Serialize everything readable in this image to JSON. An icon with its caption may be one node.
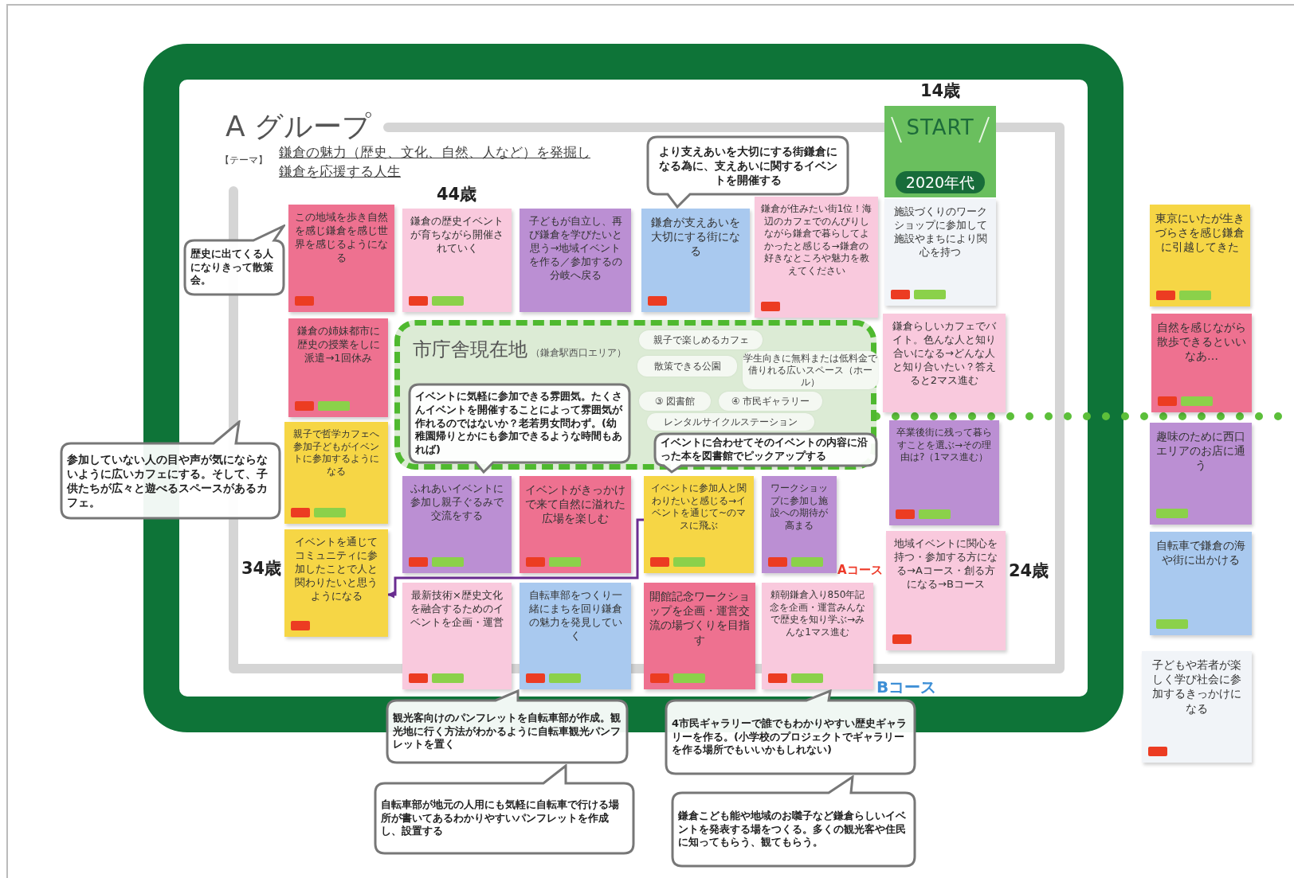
{
  "diagram": {
    "title": "A グループ",
    "nodes": [
      {
        "text": [
          "START",
          "2020年代"
        ]
      },
      {
        "text": [
          "より支えあいを大切にする街鎌倉になる為に、支えあいに関するイベントを開催する"
        ]
      },
      {
        "text": [
          "この地域を歩き自然を感じ鎌倉を感じ世界を感じるようになる"
        ]
      },
      {
        "text": [
          "鎌倉の歴史イベントが育ちながら開催されていく"
        ]
      },
      {
        "text": [
          "子どもが自立し、再び鎌倉を学びたいと思う→地域イベントを作る／参加するの分岐へ戻る"
        ]
      },
      {
        "text": [
          "鎌倉が支えあいを大切にする街になる"
        ]
      },
      {
        "text": [
          "鎌倉が住みたい街1位！海辺のカフェでのんびりしながら鎌倉で暮らしてよかったと感じる→鎌倉の好きなところや魅力を教えてください"
        ]
      },
      {
        "text": [
          "施設づくりのワークショップに参加して施設やまちにより関心を持つ"
        ]
      },
      {
        "text": [
          "東京にいたが生きづらさを感じ鎌倉に引越してきた"
        ]
      },
      {
        "text": [
          "歴史に出てくる人になりきって散策会。"
        ]
      },
      {
        "text": [
          "鎌倉の姉妹都市に歴史の授業をしに派遣→1回休み"
        ]
      },
      {
        "text": [
          "市庁舎現在地",
          "（鎌倉駅西口エリア）"
        ]
      },
      {
        "text": [
          "親子で楽しめるカフェ"
        ],
        "in": 11
      },
      {
        "text": [
          "散策できる公園"
        ],
        "in": 11
      },
      {
        "text": [
          "学生向きに無料または低料金で借りれる広いスペース（ホール）"
        ],
        "in": 11
      },
      {
        "text": [
          "③ 図書館"
        ],
        "in": 11
      },
      {
        "text": [
          "④ 市民ギャラリー"
        ],
        "in": 11
      },
      {
        "text": [
          "レンタルサイクルステーション"
        ],
        "in": 11
      },
      {
        "text": [
          "イベントに気軽に参加できる雰囲気。たくさんイベントを開催することによって雰囲気が作れるのではないか？老若男女問わず。(幼稚園帰りとかにも参加できるような時間もあれば)"
        ],
        "in": 11
      },
      {
        "text": [
          "イベントに合わせてそのイベントの内容に沿った本を図書館でピックアップする"
        ],
        "in": 11
      },
      {
        "text": [
          "鎌倉らしいカフェでバイト。色んな人と知り合いになる→どんな人と知り合いたい？答えると2マス進む"
        ]
      },
      {
        "text": [
          "自然を感じながら散歩できるといいなあ…"
        ]
      },
      {
        "text": [
          "親子で哲学カフェへ参加子どもがイベントに参加するようになる"
        ]
      },
      {
        "text": [
          "参加していない人の目や声が気にならないように広いカフェにする。そして、子供たちが広々と遊べるスペースがあるカフェ。"
        ]
      },
      {
        "text": [
          "卒業後街に残って暮らすことを選ぶ→その理由は?（1マス進む）"
        ]
      },
      {
        "text": [
          "趣味のために西口エリアのお店に通う"
        ]
      },
      {
        "text": [
          "ふれあいイベントに参加し親子ぐるみで交流をする"
        ]
      },
      {
        "text": [
          "イベントがきっかけで来て自然に溢れた広場を楽しむ"
        ]
      },
      {
        "text": [
          "イベントに参加人と関わりたいと感じる→イベントを通じて~のマスに飛ぶ"
        ]
      },
      {
        "text": [
          "ワークショップに参加し施設への期待が高まる"
        ]
      },
      {
        "text": [
          "イベントを通じてコミュニティに参加したことで人と関わりたいと思うようになる"
        ]
      },
      {
        "text": [
          "地域イベントに関心を持つ・参加する方になる→Aコース・創る方になる→Bコース"
        ]
      },
      {
        "text": [
          "自転車で鎌倉の海や街に出かける"
        ]
      },
      {
        "text": [
          "最新技術×歴史文化を融合するためのイベントを企画・運営"
        ]
      },
      {
        "text": [
          "自転車部をつくり一緒にまちを回り鎌倉の魅力を発見していく"
        ]
      },
      {
        "text": [
          "開館記念ワークショップを企画・運営交流の場づくりを目指す"
        ]
      },
      {
        "text": [
          "頼朝鎌倉入り850年記念を企画・運営みんなで歴史を知り学ぶ→みんな1マス進む"
        ]
      },
      {
        "text": [
          "子どもや若者が楽しく学び社会に参加するきっかけになる"
        ]
      },
      {
        "text": [
          "観光客向けのパンフレットを自転車部が作成。観光地に行く方法がわかるように自転車観光パンフレットを置く"
        ]
      },
      {
        "text": [
          "4市民ギャラリーで誰でもわかりやすい歴史ギャラリーを作る。(小学校のプロジェクトでギャラリーを作る場所でもいいかもしれない)"
        ]
      },
      {
        "text": [
          "自転車部が地元の人用にも気軽に自転車で行ける場所が書いてあるわかりやすいパンフレットを作成し、設置する"
        ]
      },
      {
        "text": [
          "鎌倉こども能や地域のお囃子など鎌倉らしいイベントを発表する場をつくる。多くの観光客や住民に知ってもらう、観てもらう。"
        ]
      }
    ],
    "edges": [
      {
        "from": 28,
        "to": 30,
        "arrow": "to",
        "color": "#6a2c91"
      }
    ],
    "labels": [
      "【テーマ】",
      "鎌倉の魅力（歴史、文化、自然、人など）を発掘し鎌倉を応援する人生",
      "14歳",
      "44歳",
      "34歳",
      "24歳",
      "Aコース",
      "Bコース"
    ]
  }
}
